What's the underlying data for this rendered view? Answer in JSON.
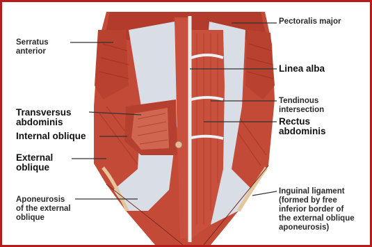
{
  "colors": {
    "frame": "#b51c1c",
    "background": "#fbf3df",
    "muscle": "#c44a38",
    "muscle_dark": "#9a3022",
    "fascia": "#d9dee6",
    "leader": "#333333"
  },
  "labels": {
    "pectoralis_major": "Pectoralis major",
    "serratus_anterior": "Serratus\nanterior",
    "linea_alba": "Linea alba",
    "tendinous_intersection": "Tendinous\nintersection",
    "rectus_abdominis": "Rectus\nabdominis",
    "transversus_abdominis": "Transversus\nabdominis",
    "internal_oblique": "Internal oblique",
    "external_oblique": "External\noblique",
    "aponeurosis": "Aponeurosis\nof the external\noblique",
    "inguinal_ligament": "Inguinal ligament\n(formed by free\ninferior border of\nthe external oblique\naponeurosis)"
  }
}
